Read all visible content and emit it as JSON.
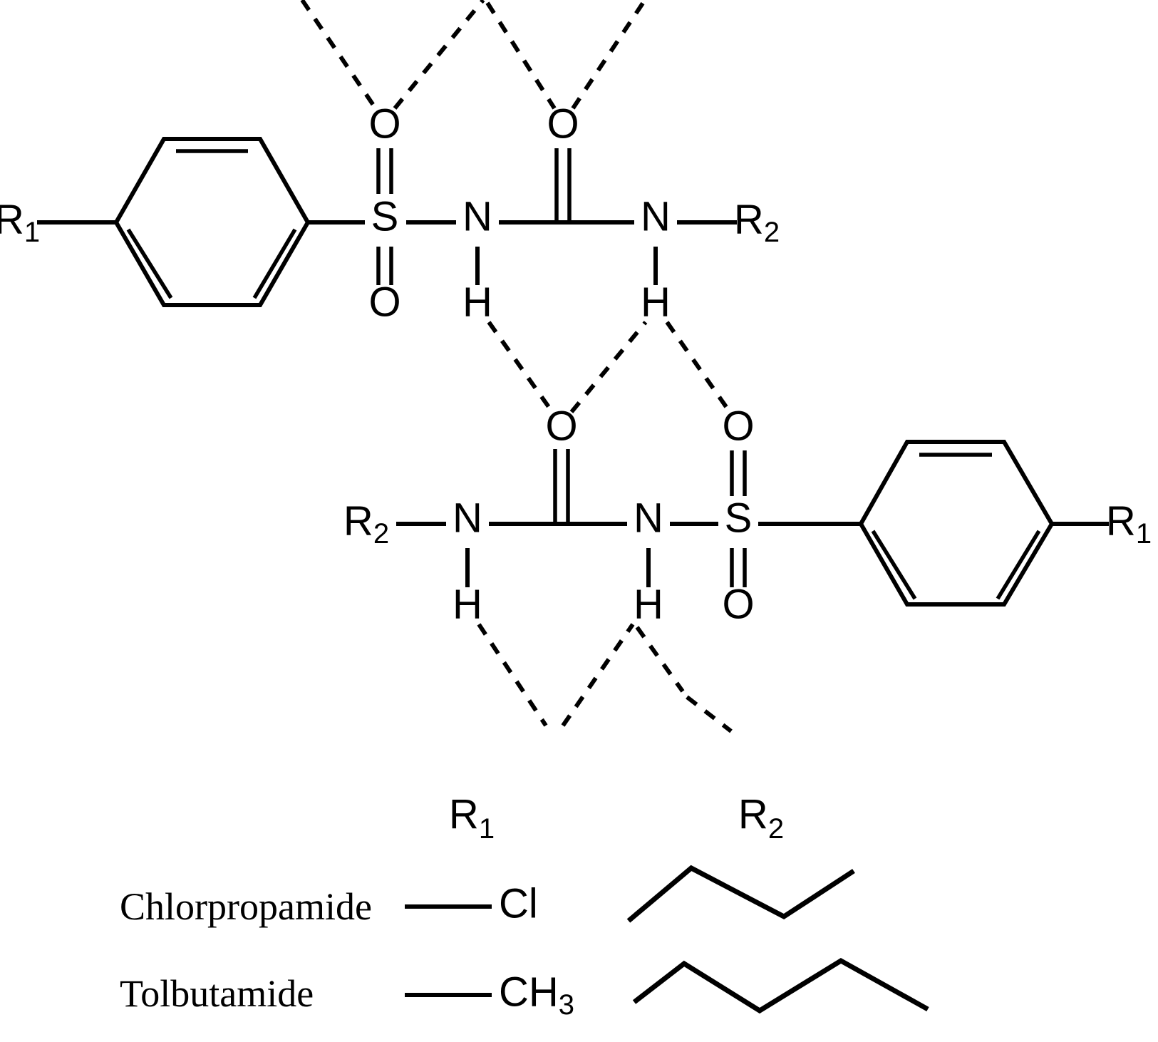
{
  "figure": {
    "kind": "chemical-structure-diagram",
    "description": "Hydrogen-bonded sulfonylurea dimer",
    "background_color": "#ffffff",
    "line_color": "#000000"
  },
  "molecule_top": {
    "label": "upper sulfonylurea molecule",
    "r1_label": "R",
    "r1_sub": "1",
    "sulfonyl_s": "S",
    "sulfonyl_o_top": "O",
    "sulfonyl_o_bottom": "O",
    "n1": "N",
    "h1": "H",
    "carbonyl_o": "O",
    "n2": "N",
    "h2": "H",
    "r2_label": "R",
    "r2_sub": "2"
  },
  "molecule_bottom": {
    "label": "lower sulfonylurea molecule",
    "r2_label": "R",
    "r2_sub": "2",
    "n1": "N",
    "h1": "H",
    "carbonyl_o": "O",
    "n2": "N",
    "h2": "H",
    "sulfonyl_s": "S",
    "sulfonyl_o_top": "O",
    "sulfonyl_o_bottom": "O",
    "r1_label": "R",
    "r1_sub": "1"
  },
  "legend": {
    "headers": {
      "r1": "R",
      "r1_sub": "1",
      "r2": "R",
      "r2_sub": "2"
    },
    "rows": [
      {
        "name": "Chlorpropamide",
        "r1_group": "Cl",
        "r1_group_sub": "",
        "r2_group": "propyl chain",
        "r2_segments": 3
      },
      {
        "name": "Tolbutamide",
        "r1_group": "CH",
        "r1_group_sub": "3",
        "r2_group": "butyl chain",
        "r2_segments": 4
      }
    ]
  }
}
